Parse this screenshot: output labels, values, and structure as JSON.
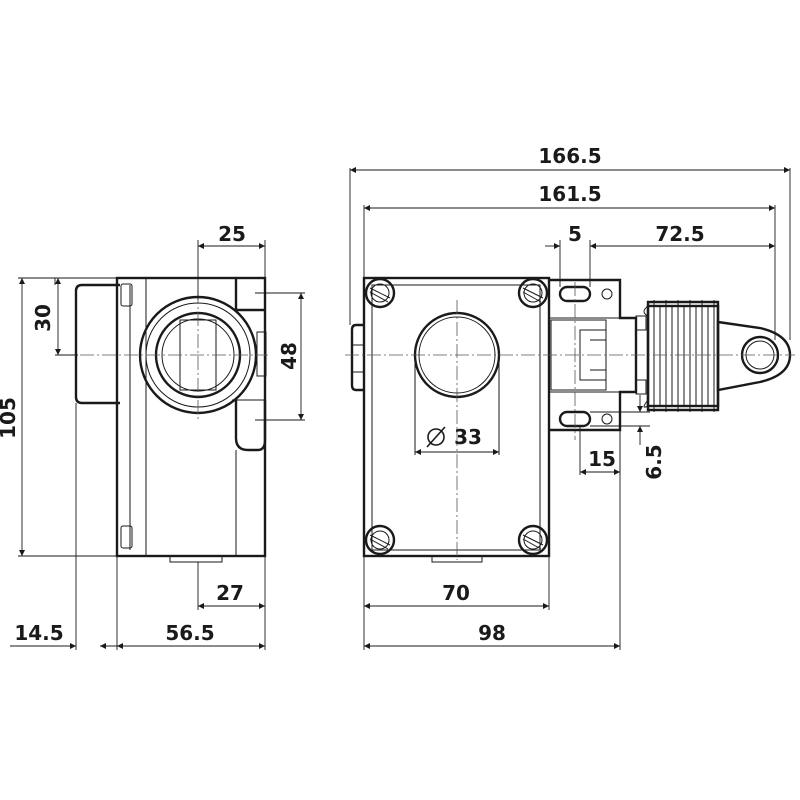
{
  "dimensions": {
    "overall_length": "166.5",
    "housing_to_eye": "161.5",
    "slot_width": "5",
    "eye_offset": "72.5",
    "cap_width": "25",
    "cap_offset": "30",
    "total_height": "105",
    "cap_height": "48",
    "hole_diameter": "33",
    "slot_spacing": "15",
    "slot_height": "6.5",
    "base_offset": "27",
    "side_depth": "14.5",
    "side_width": "56.5",
    "housing_width": "70",
    "front_width": "98"
  }
}
